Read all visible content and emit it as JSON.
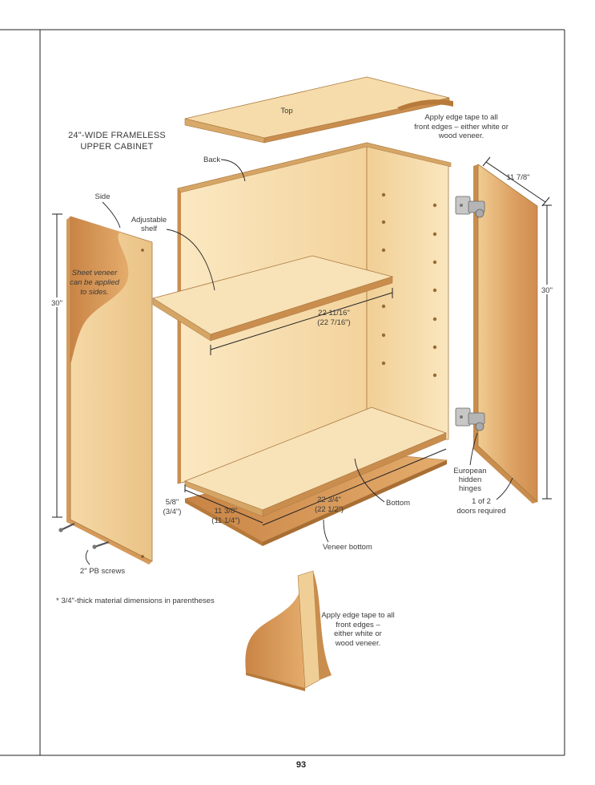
{
  "title": [
    "24\"-WIDE FRAMELESS",
    "UPPER CABINET"
  ],
  "labels": {
    "top": "Top",
    "back": "Back",
    "side": "Side",
    "adjustable_shelf": [
      "Adjustable",
      "shelf"
    ],
    "sheet_veneer": [
      "Sheet veneer",
      "can be applied",
      "to sides."
    ],
    "edge_tape_top": [
      "Apply edge tape to all",
      "front edges – either white or",
      "wood veneer."
    ],
    "bottom": "Bottom",
    "veneer_bottom": "Veneer bottom",
    "european_hinges": [
      "European",
      "hidden",
      "hinges"
    ],
    "doors_required": [
      "1 of 2",
      "doors required"
    ],
    "pb_screws": "2\" PB screws",
    "footnote": "* 3/4\"-thick material dimensions in parentheses",
    "edge_tape_detail": [
      "Apply edge tape to all",
      "front edges –",
      "either white or",
      "wood veneer."
    ]
  },
  "dimensions": {
    "side_height": "30\"",
    "door_height": "30\"",
    "door_width": "11 7/8\"",
    "shelf_width": [
      "22 11/16\"",
      "(22 7/16\")"
    ],
    "bottom_width": [
      "22 3/4\"",
      "(22 1/2\")"
    ],
    "bottom_depth": [
      "11 3/8\"",
      "(11 1/4\")"
    ],
    "thickness": [
      "5/8\"",
      "(3/4\")"
    ]
  },
  "page_number": "93",
  "colors": {
    "wood_light": "#f7ddb0",
    "wood_mid": "#e9c48a",
    "wood_dark": "#c98a4d",
    "veneer": "#d79a5a",
    "edge": "#b07a3e"
  }
}
